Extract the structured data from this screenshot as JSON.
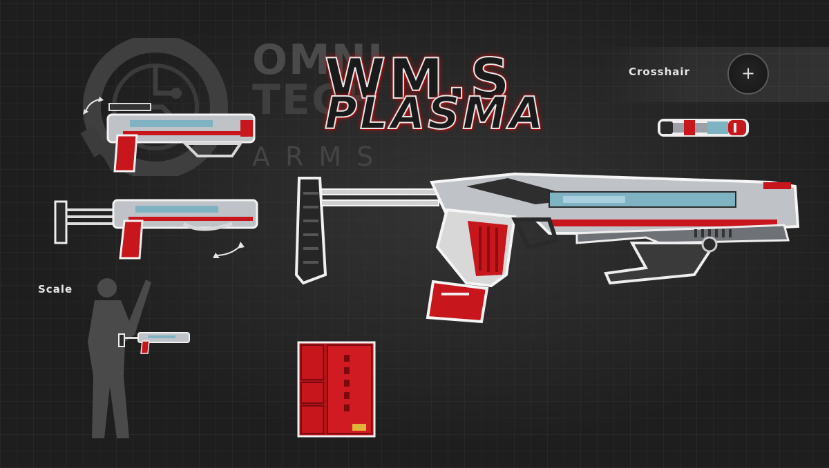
{
  "brand": {
    "line1": "OMNI",
    "line2": "TECH",
    "line3": "ARMS"
  },
  "title": {
    "line1": "WM.S",
    "line2": "PLASMA"
  },
  "crosshair": {
    "label": "Crosshair",
    "symbol": "+"
  },
  "scale": {
    "label": "Scale"
  },
  "colors": {
    "background": "#1e1e1e",
    "accent_red": "#c8161d",
    "metal": "#c9ccd1",
    "glass": "#7fb3c2"
  }
}
